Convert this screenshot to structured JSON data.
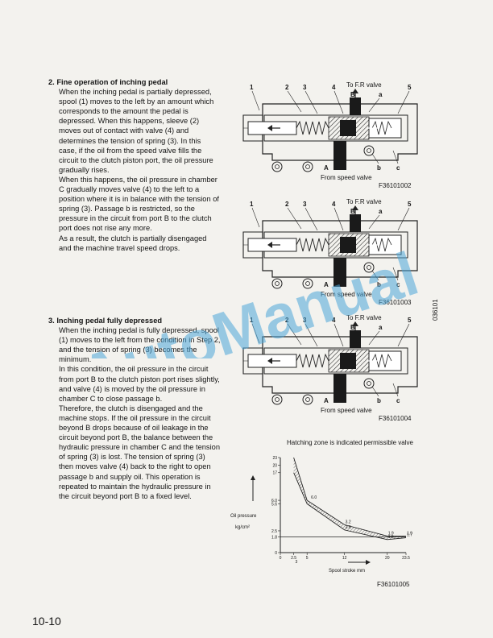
{
  "sections": [
    {
      "heading": "2.  Fine operation of inching pedal",
      "paragraphs": [
        "When the inching pedal is partially depressed, spool (1) moves to the left by an amount which corresponds to the amount the pedal is depressed. When this happens, sleeve (2) moves out of contact with valve (4) and determines the tension of spring (3). In this case, if the oil from the speed valve fills the circuit to the clutch piston port, the oil pressure gradually rises.",
        "When this happens, the oil pressure in chamber C gradually moves valve (4) to the left to a position where it is in balance with the tension of spring (3). Passage b is restricted, so the pressure in the circuit from port B to the clutch port does not rise any more.",
        "As a result, the clutch is partially disengaged and the machine travel speed drops."
      ]
    },
    {
      "heading": "3.  Inching pedal fully depressed",
      "paragraphs": [
        "When the inching pedal is fully depressed, spool (1) moves to the left from the condition in Step 2, and the tension of spring (3) becomes the minimum.",
        "In this condition, the oil pressure in the circuit from port B to the clutch piston port rises slightly, and valve (4) is moved by the oil pressure in chamber C to close passage b.",
        "Therefore, the clutch is disengaged and the machine stops. If the oil pressure in the circuit beyond B drops because of oil leakage in the circuit beyond port B, the balance between the hydraulic pressure in chamber C and the tension of spring (3) is lost. The tension of spring (3) then moves valve (4) back to the right to open passage b and supply oil. This operation is repeated to maintain the hydraulic pressure in the circuit beyond port B to a fixed level."
      ]
    }
  ],
  "figures": [
    {
      "code": "F36101002",
      "callouts": [
        "1",
        "2",
        "3",
        "4",
        "5"
      ],
      "to_valve": "To F.R valve",
      "ports": [
        "B",
        "a",
        "A",
        "b",
        "c"
      ],
      "from_valve": "From speed valve"
    },
    {
      "code": "F36101003",
      "callouts": [
        "1",
        "2",
        "3",
        "4",
        "5"
      ],
      "to_valve": "To F.R valve",
      "ports": [
        "B",
        "a",
        "A",
        "b",
        "c"
      ],
      "from_valve": "From speed valve"
    },
    {
      "code": "F36101004",
      "callouts": [
        "1",
        "2",
        "3",
        "4",
        "5"
      ],
      "to_valve": "To F.R valve",
      "ports": [
        "B",
        "a",
        "A",
        "b",
        "c"
      ],
      "from_valve": "From speed valve"
    }
  ],
  "chart_data": {
    "type": "line",
    "title": "Hatching zone is indicated permissible valve",
    "xlabel": "Spool stroke   mm",
    "ylabel": "Oil pressure",
    "ylabel_unit": "kg/cm²",
    "x_ticks": [
      "0",
      "2.5",
      "5",
      "12",
      "20",
      "23.5"
    ],
    "x_ticks_extra": [
      "3"
    ],
    "y_ticks": [
      "0",
      "1.8",
      "2.5",
      "5.6",
      "6.0",
      "17",
      "20",
      "23"
    ],
    "annotations": [
      "6.0",
      "3.2",
      "2.6",
      "1.9",
      "1.9",
      "1.7",
      "1.5"
    ],
    "series": [
      {
        "name": "",
        "points": [
          [
            2.5,
            23
          ],
          [
            5,
            6.0
          ],
          [
            12,
            3.2
          ],
          [
            20,
            1.9
          ],
          [
            23.5,
            1.9
          ]
        ]
      },
      {
        "name": "",
        "points": [
          [
            2.5,
            17
          ],
          [
            5,
            5.6
          ],
          [
            12,
            2.6
          ],
          [
            20,
            1.5
          ],
          [
            23.5,
            1.7
          ]
        ]
      },
      {
        "name": "",
        "points": [
          [
            0,
            1.8
          ],
          [
            23.5,
            1.8
          ]
        ]
      }
    ],
    "xlim": [
      0,
      23.5
    ],
    "ylim": [
      0,
      23
    ]
  },
  "watermark": "AutoManual",
  "side_code": "036101",
  "page_number": "10-10"
}
